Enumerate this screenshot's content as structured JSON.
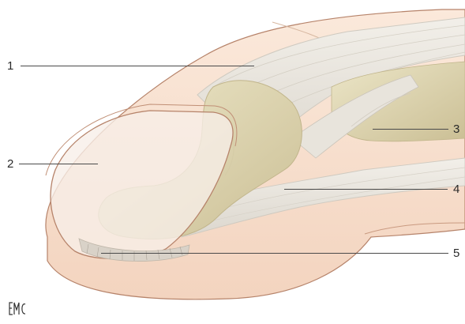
{
  "labels": {
    "l1": "1",
    "l2": "2",
    "l3": "3",
    "l4": "4",
    "l5": "5"
  },
  "logo_text": "EMC",
  "colors": {
    "skin": "#f9e3d2",
    "skin_shade": "#f2d3bd",
    "skin_outline": "#b6836a",
    "bone": "#e3dcbc",
    "bone_shade": "#cfc59c",
    "tendon": "#ece9e2",
    "tendon_line": "#cfcac0",
    "nail": "#f6ede6",
    "leader": "#4a4a4a"
  }
}
